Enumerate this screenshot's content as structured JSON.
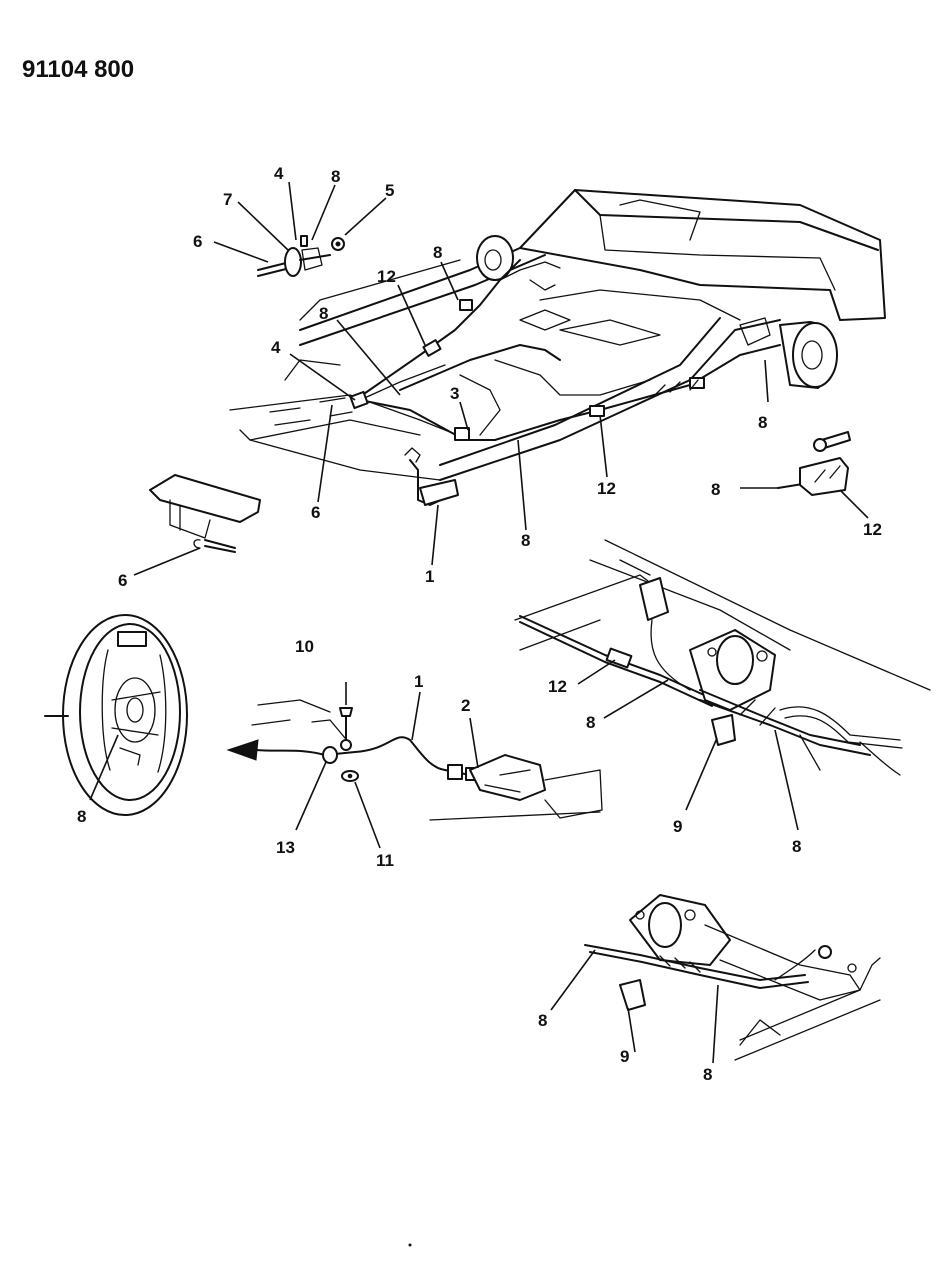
{
  "illustration_code": "91104 800",
  "callouts": [
    {
      "id": "c-4-top",
      "label": "4"
    },
    {
      "id": "c-8-top",
      "label": "8"
    },
    {
      "id": "c-7",
      "label": "7"
    },
    {
      "id": "c-5",
      "label": "5"
    },
    {
      "id": "c-6-top",
      "label": "6"
    },
    {
      "id": "c-8-upper",
      "label": "8"
    },
    {
      "id": "c-12-upper",
      "label": "12"
    },
    {
      "id": "c-8-mid",
      "label": "8"
    },
    {
      "id": "c-4-mid",
      "label": "4"
    },
    {
      "id": "c-3",
      "label": "3"
    },
    {
      "id": "c-8-right",
      "label": "8"
    },
    {
      "id": "c-8-bolt",
      "label": "8"
    },
    {
      "id": "c-12-right",
      "label": "12"
    },
    {
      "id": "c-12-bracket",
      "label": "12"
    },
    {
      "id": "c-6-mid",
      "label": "6"
    },
    {
      "id": "c-8-center",
      "label": "8"
    },
    {
      "id": "c-1-mid",
      "label": "1"
    },
    {
      "id": "c-6-lower",
      "label": "6"
    },
    {
      "id": "c-10",
      "label": "10"
    },
    {
      "id": "c-1-lower",
      "label": "1"
    },
    {
      "id": "c-2",
      "label": "2"
    },
    {
      "id": "c-8-drum",
      "label": "8"
    },
    {
      "id": "c-13",
      "label": "13"
    },
    {
      "id": "c-11",
      "label": "11"
    },
    {
      "id": "c-12-detail",
      "label": "12"
    },
    {
      "id": "c-8-detail-left",
      "label": "8"
    },
    {
      "id": "c-9-detail",
      "label": "9"
    },
    {
      "id": "c-8-detail-right",
      "label": "8"
    },
    {
      "id": "c-8-bottom-left",
      "label": "8"
    },
    {
      "id": "c-9-bottom",
      "label": "9"
    },
    {
      "id": "c-8-bottom-right",
      "label": "8"
    }
  ]
}
